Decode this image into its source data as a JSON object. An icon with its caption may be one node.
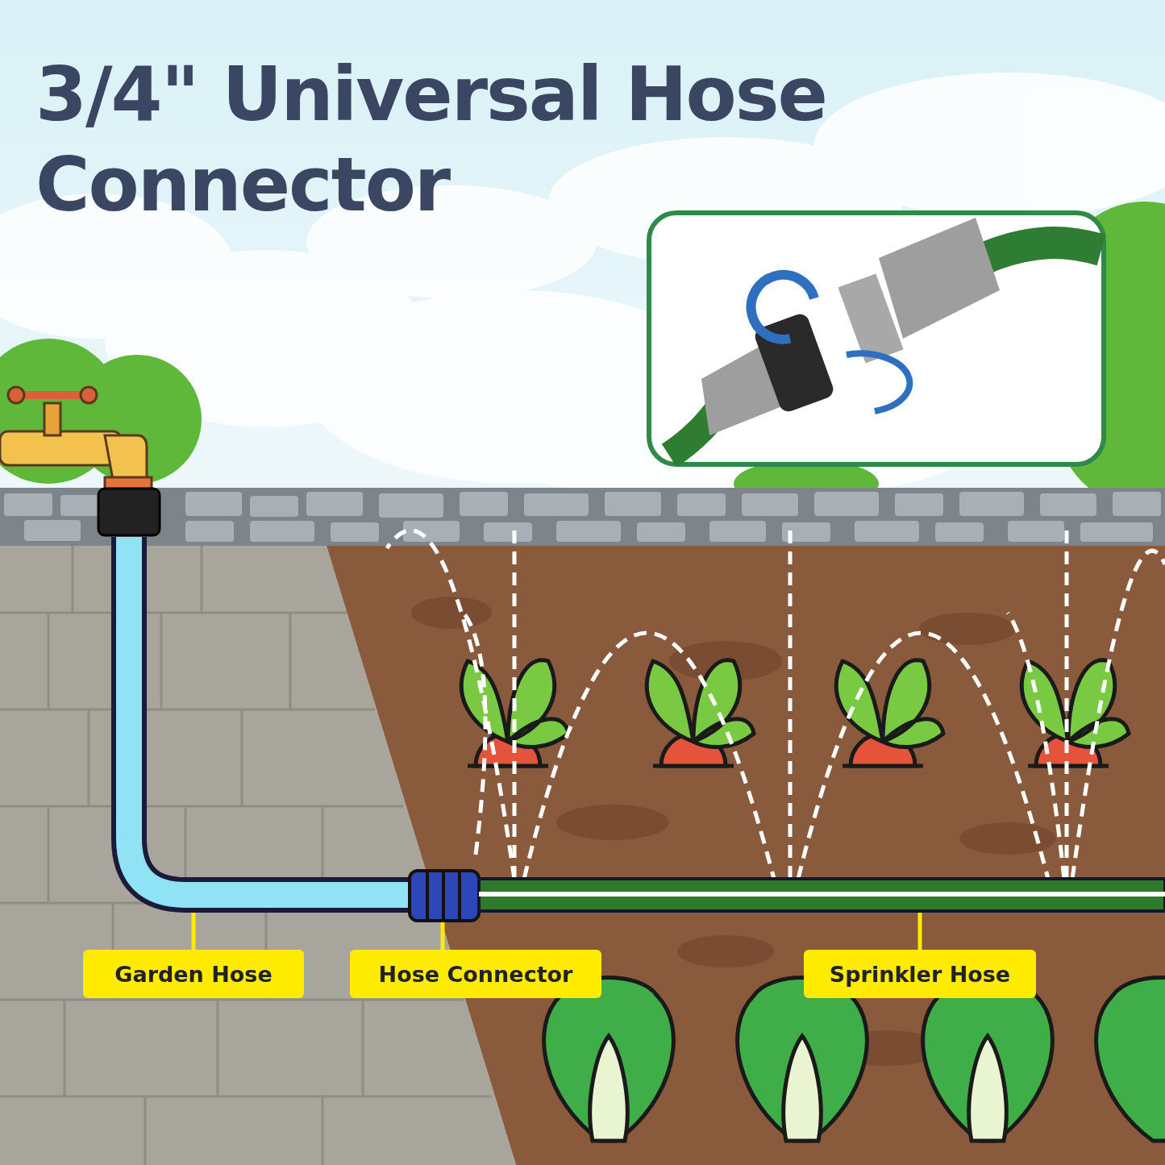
{
  "diagram": {
    "title": "3/4\" Universal Hose Connector",
    "nodes": [
      {
        "text": [
          "Garden Hose"
        ]
      },
      {
        "text": [
          "Hose Connector"
        ]
      },
      {
        "text": [
          "Sprinkler Hose"
        ]
      },
      {
        "text": [],
        "shape": "picture"
      },
      {
        "text": [],
        "shape": "picture"
      },
      {
        "text": [],
        "shape": "picture"
      }
    ],
    "edges": [
      {
        "from": 0,
        "to": 3,
        "arrow": "none"
      },
      {
        "from": 1,
        "to": 4,
        "arrow": "none"
      },
      {
        "from": 2,
        "to": 5,
        "arrow": "none"
      }
    ]
  }
}
